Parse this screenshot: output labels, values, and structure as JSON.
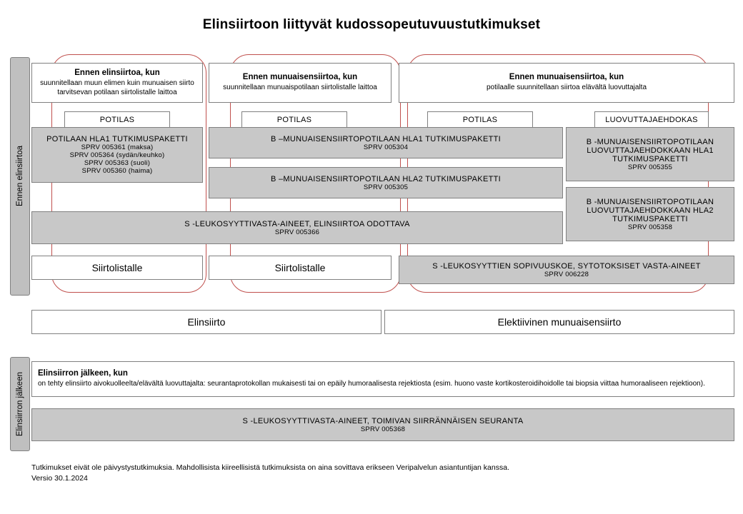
{
  "title": "Elinsiirtoon liittyvät kudossopeutuvuustutkimukset",
  "sidebars": {
    "before": "Ennen elinsiirtoa",
    "after": "Elinsiirron jälkeen"
  },
  "columns": [
    {
      "header_title": "Ennen elinsiirtoa, kun",
      "header_sub": "suunnitellaan muun elimen kuin munuaisen siirto tarvitsevan potilaan siirtolistalle laittoa",
      "role": "POTILAS",
      "package_title": "POTILAAN  HLA1  TUTKIMUSPAKETTI",
      "package_lines": [
        "SPRV 005361 (maksa)",
        "SPRV 005364 (sydän/keuhko)",
        "SPRV 005363 (suoli)",
        "SPRV 005360 (haima)"
      ],
      "footer_box": "Siirtolistalle"
    },
    {
      "header_title": "Ennen munuaisensiirtoa, kun",
      "header_sub": "suunnitellaan munuaispotilaan siirtolistalle laittoa",
      "role": "POTILAS",
      "footer_box": "Siirtolistalle"
    },
    {
      "header_title": "Ennen munuaisensiirtoa, kun",
      "header_sub": "potilaalle suunnitellaan siirtoa elävältä luovuttajalta",
      "role": "POTILAS",
      "role2": "LUOVUTTAJAEHDOKAS"
    }
  ],
  "packages": {
    "b_hla1": {
      "name": "B –MUNUAISENSIIRTOPOTILAAN  HLA1  TUTKIMUSPAKETTI",
      "code": "SPRV 005304"
    },
    "b_hla2": {
      "name": "B –MUNUAISENSIIRTOPOTILAAN  HLA2  TUTKIMUSPAKETTI",
      "code": "SPRV 005305"
    },
    "donor_hla1": {
      "line1": "B -MUNUAISENSIIRTOPOTILAAN",
      "line2": "LUOVUTTAJAEHDOKKAAN  HLA1",
      "line3": "TUTKIMUSPAKETTI",
      "code": "SPRV 005355"
    },
    "donor_hla2": {
      "line1": "B -MUNUAISENSIIRTOPOTILAAN",
      "line2": "LUOVUTTAJAEHDOKKAAN  HLA2",
      "line3": "TUTKIMUSPAKETTI",
      "code": "SPRV 005358"
    },
    "leuko_waiting": {
      "name": "S -LEUKOSYYTTIVASTA-AINEET,  ELINSIIRTOA ODOTTAVA",
      "code": "SPRV 005366"
    },
    "crossmatch": {
      "name": "S -LEUKOSYYTTIEN  SOPIVUUSKOE, SYTOTOKSISET VASTA-AINEET",
      "code": "SPRV 006228"
    },
    "followup": {
      "name": "S -LEUKOSYYTTIVASTA-AINEET,  TOIMIVAN SIIRRÄNNÄISEN  SEURANTA",
      "code": "SPRV 005368"
    }
  },
  "outcomes": {
    "left": "Elinsiirto",
    "right": "Elektiivinen munuaisensiirto"
  },
  "after": {
    "header_title": "Elinsiirron jälkeen, kun",
    "header_sub": "on tehty elinsiirto aivokuolleelta/elävältä luovuttajalta: seurantaprotokollan mukaisesti tai on epäily humoraalisesta rejektiosta (esim. huono vaste kortikosteroidihoidolle tai biopsia viittaa humoraaliseen rejektioon)."
  },
  "footer": {
    "line1": "Tutkimukset eivät ole päivystystutkimuksia. Mahdollisista kiireellisistä tutkimuksista on aina sovittava erikseen Veripalvelun asiantuntijan kanssa.",
    "line2": "Versio 30.1.2024"
  },
  "colors": {
    "gray_fill": "#c8c8c8",
    "sidebar_fill": "#bfbfbf",
    "outline_red": "#c0504d",
    "border_gray": "#808080"
  }
}
